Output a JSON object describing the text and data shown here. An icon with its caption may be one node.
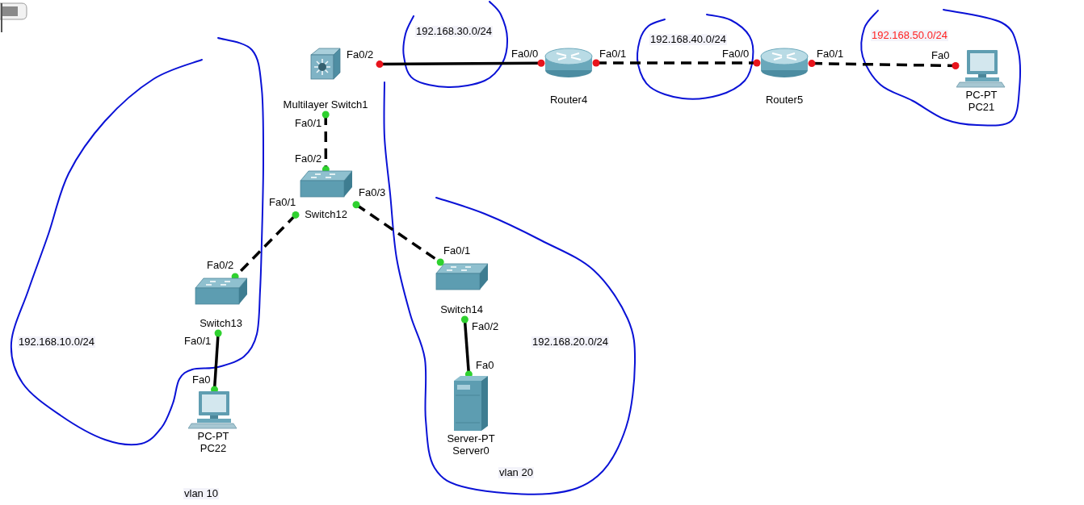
{
  "diagram": {
    "nodes": [
      {
        "text": [
          "Multilayer Switch1"
        ]
      },
      {
        "text": [
          "Router4"
        ]
      },
      {
        "text": [
          "Router5"
        ]
      },
      {
        "text": [
          "PC-PT",
          "PC21"
        ]
      },
      {
        "text": [
          "Switch12"
        ]
      },
      {
        "text": [
          "Switch13"
        ]
      },
      {
        "text": [
          "Switch14"
        ]
      },
      {
        "text": [
          "PC-PT",
          "PC22"
        ]
      },
      {
        "text": [
          "Server-PT",
          "Server0"
        ]
      }
    ],
    "edges": [
      {
        "from": 0,
        "to": 1,
        "arrow": "other"
      },
      {
        "from": 1,
        "to": 2,
        "arrow": "other",
        "style": "dashed"
      },
      {
        "from": 2,
        "to": 3,
        "arrow": "other",
        "style": "dashed"
      },
      {
        "from": 0,
        "to": 4,
        "arrow": "other",
        "style": "dashed"
      },
      {
        "from": 4,
        "to": 5,
        "arrow": "other",
        "style": "dashed"
      },
      {
        "from": 4,
        "to": 6,
        "arrow": "other",
        "style": "dashed"
      },
      {
        "from": 5,
        "to": 7,
        "arrow": "other"
      },
      {
        "from": 6,
        "to": 8,
        "arrow": "other"
      }
    ],
    "labels": [
      "192.168.30.0/24",
      "192.168.40.0/24",
      "192.168.50.0/24",
      "Fa0/2",
      "Fa0/0",
      "Fa0/1",
      "Fa0/0",
      "Fa0/1",
      "Fa0",
      "Fa0/1",
      "Fa0/2",
      "Fa0/1",
      "Fa0/3",
      "Fa0/2",
      "Fa0/1",
      "Fa0/1",
      "Fa0/2",
      "192.168.10.0/24",
      "192.168.20.0/24",
      "Fa0",
      "Fa0",
      "vlan 10",
      "vlan 20"
    ]
  }
}
